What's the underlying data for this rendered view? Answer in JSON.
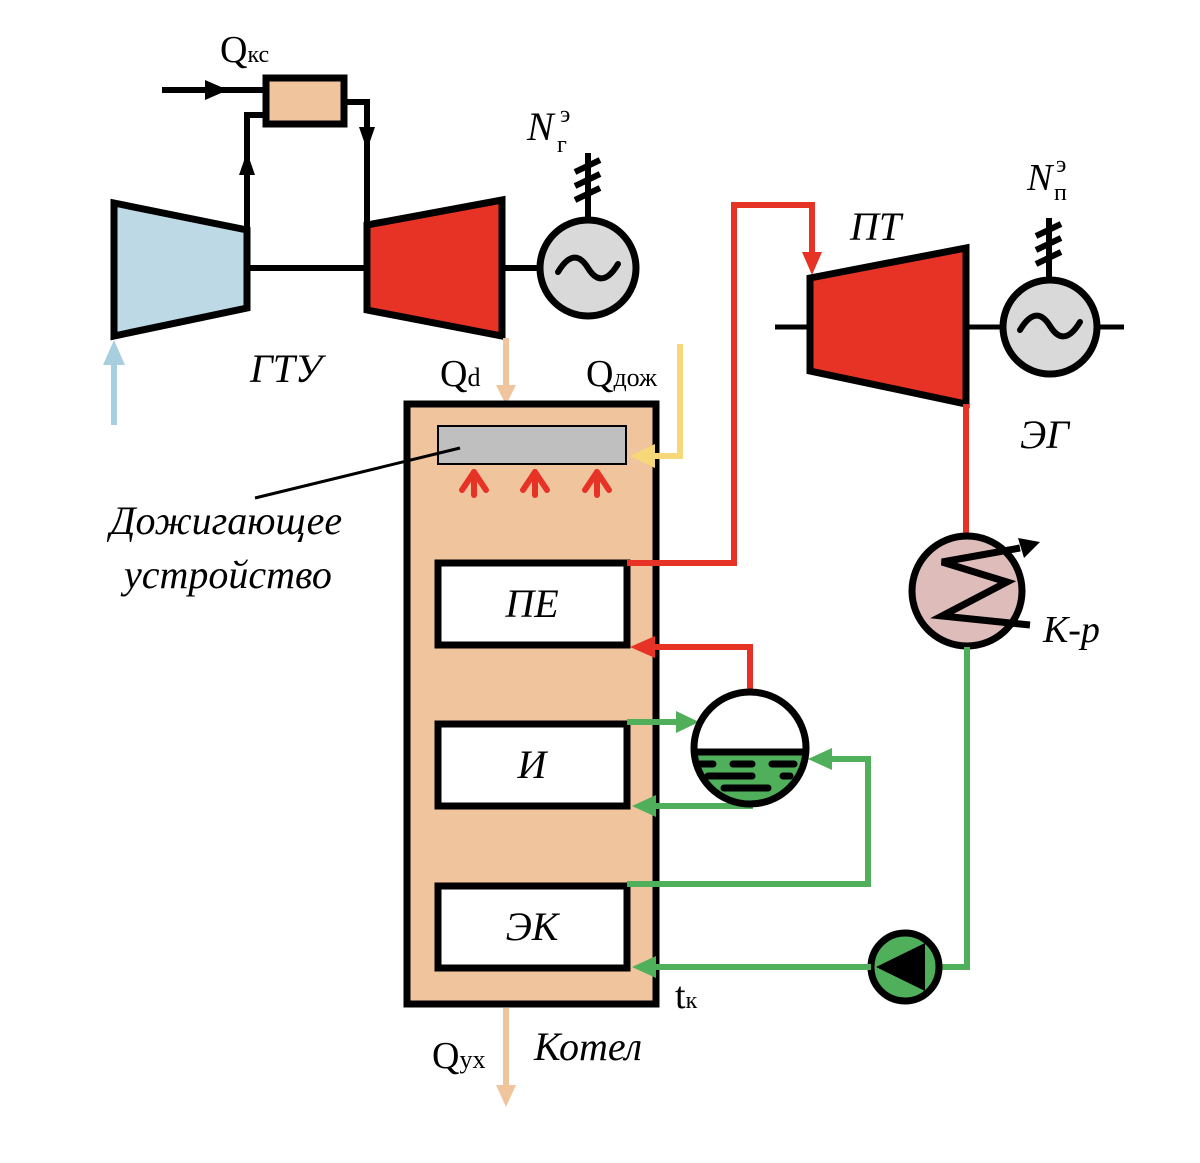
{
  "diagram": {
    "title": "Схема ПГУ с котлом-утилизатором и дожигающим устройством",
    "colors": {
      "compressor": "#bcd9e5",
      "gas_turbine": "#e63325",
      "steam_turbine": "#e63325",
      "generator": "#d9d9d9",
      "combustion_chamber": "#f0c59d",
      "boiler": "#f0c59d",
      "afterburner": "#bfbfbf",
      "condenser": "#ddbcba",
      "steam_line": "#e63325",
      "water_line": "#4faf5b",
      "drum_water": "#4faf5b",
      "pump": "#4faf5b",
      "fuel_afterburn_line": "#f6d77a",
      "gas_flow": "#f0c59d",
      "air_inlet": "#a7cfe0",
      "stroke": "#000000"
    },
    "labels": {
      "q_kc": {
        "main": "Q",
        "sub": "кс"
      },
      "n_g": {
        "main": "N",
        "sub": "г",
        "sup": "э"
      },
      "n_p": {
        "main": "N",
        "sub": "п",
        "sup": "э"
      },
      "gtu": "ГТУ",
      "pt": "ПТ",
      "eg": "ЭГ",
      "q_d": {
        "main": "Q",
        "sub": "d"
      },
      "q_dozh": {
        "main": "Q",
        "sub": "дож"
      },
      "afterburner_line1": "Дожигающее",
      "afterburner_line2": "устройство",
      "pe": "ПЕ",
      "i": "И",
      "ek": "ЭК",
      "condenser": "К-р",
      "t_k": {
        "main": "t",
        "sub": "к"
      },
      "q_ux": {
        "main": "Q",
        "sub": "ух"
      },
      "boiler": "Котел"
    },
    "components": [
      {
        "id": "compressor",
        "name": "Компрессор"
      },
      {
        "id": "combustion-chamber",
        "name": "Камера сгорания"
      },
      {
        "id": "gas-turbine",
        "name": "Газовая турбина"
      },
      {
        "id": "gas-generator",
        "name": "Электрогенератор ГТУ"
      },
      {
        "id": "steam-turbine",
        "name": "Паровая турбина"
      },
      {
        "id": "steam-generator",
        "name": "Электрогенератор ПТ"
      },
      {
        "id": "boiler",
        "name": "Котел"
      },
      {
        "id": "afterburner",
        "name": "Дожигающее устройство"
      },
      {
        "id": "superheater",
        "name": "ПЕ"
      },
      {
        "id": "evaporator",
        "name": "И"
      },
      {
        "id": "economizer",
        "name": "ЭК"
      },
      {
        "id": "drum",
        "name": "Барабан"
      },
      {
        "id": "condenser",
        "name": "К-р"
      },
      {
        "id": "feed-pump",
        "name": "Насос"
      }
    ]
  }
}
